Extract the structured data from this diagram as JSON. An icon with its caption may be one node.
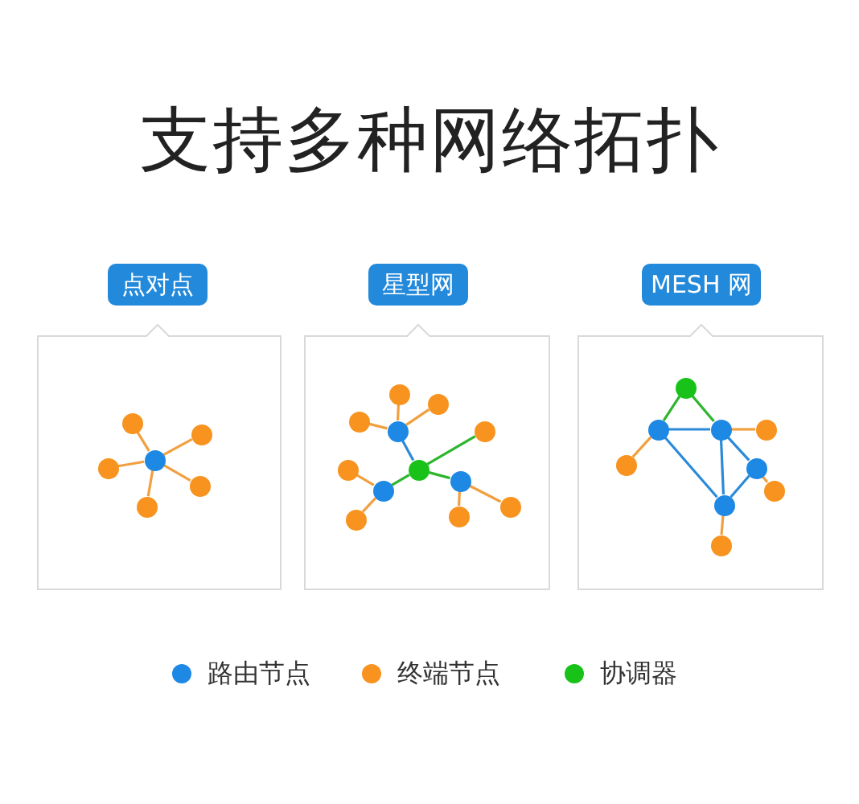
{
  "diagram": {
    "title": "支持多种网络拓扑",
    "nodes": [
      {
        "text": [
          "点对点"
        ]
      },
      {
        "text": [],
        "shape": "circle",
        "in": 0
      },
      {
        "text": [],
        "shape": "circle",
        "in": 0
      },
      {
        "text": [],
        "shape": "circle",
        "in": 0
      },
      {
        "text": [],
        "shape": "circle",
        "in": 0
      },
      {
        "text": [],
        "shape": "circle",
        "in": 0
      },
      {
        "text": [],
        "shape": "circle",
        "in": 0
      },
      {
        "text": [
          "星型网"
        ]
      },
      {
        "text": [],
        "shape": "circle",
        "in": 7
      },
      {
        "text": [],
        "shape": "circle",
        "in": 7
      },
      {
        "text": [],
        "shape": "circle",
        "in": 7
      },
      {
        "text": [],
        "shape": "circle",
        "in": 7
      },
      {
        "text": [],
        "shape": "circle",
        "in": 7
      },
      {
        "text": [],
        "shape": "circle",
        "in": 7
      },
      {
        "text": [],
        "shape": "circle",
        "in": 7
      },
      {
        "text": [],
        "shape": "circle",
        "in": 7
      },
      {
        "text": [],
        "shape": "circle",
        "in": 7
      },
      {
        "text": [],
        "shape": "circle",
        "in": 7
      },
      {
        "text": [],
        "shape": "circle",
        "in": 7
      },
      {
        "text": [],
        "shape": "circle",
        "in": 7
      },
      {
        "text": [
          "MESH 网"
        ]
      },
      {
        "text": [],
        "shape": "circle",
        "in": 20
      },
      {
        "text": [],
        "shape": "circle",
        "in": 20
      },
      {
        "text": [],
        "shape": "circle",
        "in": 20
      },
      {
        "text": [],
        "shape": "circle",
        "in": 20
      },
      {
        "text": [],
        "shape": "circle",
        "in": 20
      },
      {
        "text": [],
        "shape": "circle",
        "in": 20
      },
      {
        "text": [],
        "shape": "circle",
        "in": 20
      },
      {
        "text": [],
        "shape": "circle",
        "in": 20
      },
      {
        "text": [],
        "shape": "circle",
        "in": 20
      }
    ],
    "edges": [
      {
        "from": 3,
        "to": 1,
        "arrow": "none"
      },
      {
        "from": 3,
        "to": 2,
        "arrow": "none"
      },
      {
        "from": 3,
        "to": 4,
        "arrow": "none"
      },
      {
        "from": 3,
        "to": 5,
        "arrow": "none"
      },
      {
        "from": 3,
        "to": 6,
        "arrow": "none"
      },
      {
        "from": 11,
        "to": 14,
        "arrow": "none",
        "color": "#2b8ad8"
      },
      {
        "from": 14,
        "to": 12,
        "arrow": "none",
        "color": "#2db52d"
      },
      {
        "from": 14,
        "to": 16,
        "arrow": "none",
        "color": "#2db52d"
      },
      {
        "from": 14,
        "to": 15,
        "arrow": "none",
        "color": "#2db52d"
      },
      {
        "from": 11,
        "to": 8,
        "arrow": "none"
      },
      {
        "from": 11,
        "to": 9,
        "arrow": "none"
      },
      {
        "from": 11,
        "to": 10,
        "arrow": "none"
      },
      {
        "from": 16,
        "to": 13,
        "arrow": "none"
      },
      {
        "from": 16,
        "to": 19,
        "arrow": "none"
      },
      {
        "from": 15,
        "to": 18,
        "arrow": "none"
      },
      {
        "from": 15,
        "to": 17,
        "arrow": "none"
      },
      {
        "from": 21,
        "to": 22,
        "arrow": "none",
        "color": "#2db52d"
      },
      {
        "from": 21,
        "to": 23,
        "arrow": "none",
        "color": "#2db52d"
      },
      {
        "from": 22,
        "to": 23,
        "arrow": "none",
        "color": "#2b8ad8"
      },
      {
        "from": 22,
        "to": 28,
        "arrow": "none",
        "color": "#2b8ad8"
      },
      {
        "from": 23,
        "to": 28,
        "arrow": "none",
        "color": "#2b8ad8"
      },
      {
        "from": 23,
        "to": 26,
        "arrow": "none",
        "color": "#2b8ad8"
      },
      {
        "from": 26,
        "to": 28,
        "arrow": "none",
        "color": "#2b8ad8"
      },
      {
        "from": 22,
        "to": 25,
        "arrow": "none"
      },
      {
        "from": 23,
        "to": 24,
        "arrow": "none"
      },
      {
        "from": 26,
        "to": 27,
        "arrow": "none"
      },
      {
        "from": 28,
        "to": 29,
        "arrow": "none"
      }
    ],
    "legend": [
      {
        "text": "路由节点",
        "color": "#1e88e5"
      },
      {
        "text": "终端节点",
        "color": "#f7931e"
      },
      {
        "text": "协调器",
        "color": "#19c219"
      }
    ]
  }
}
